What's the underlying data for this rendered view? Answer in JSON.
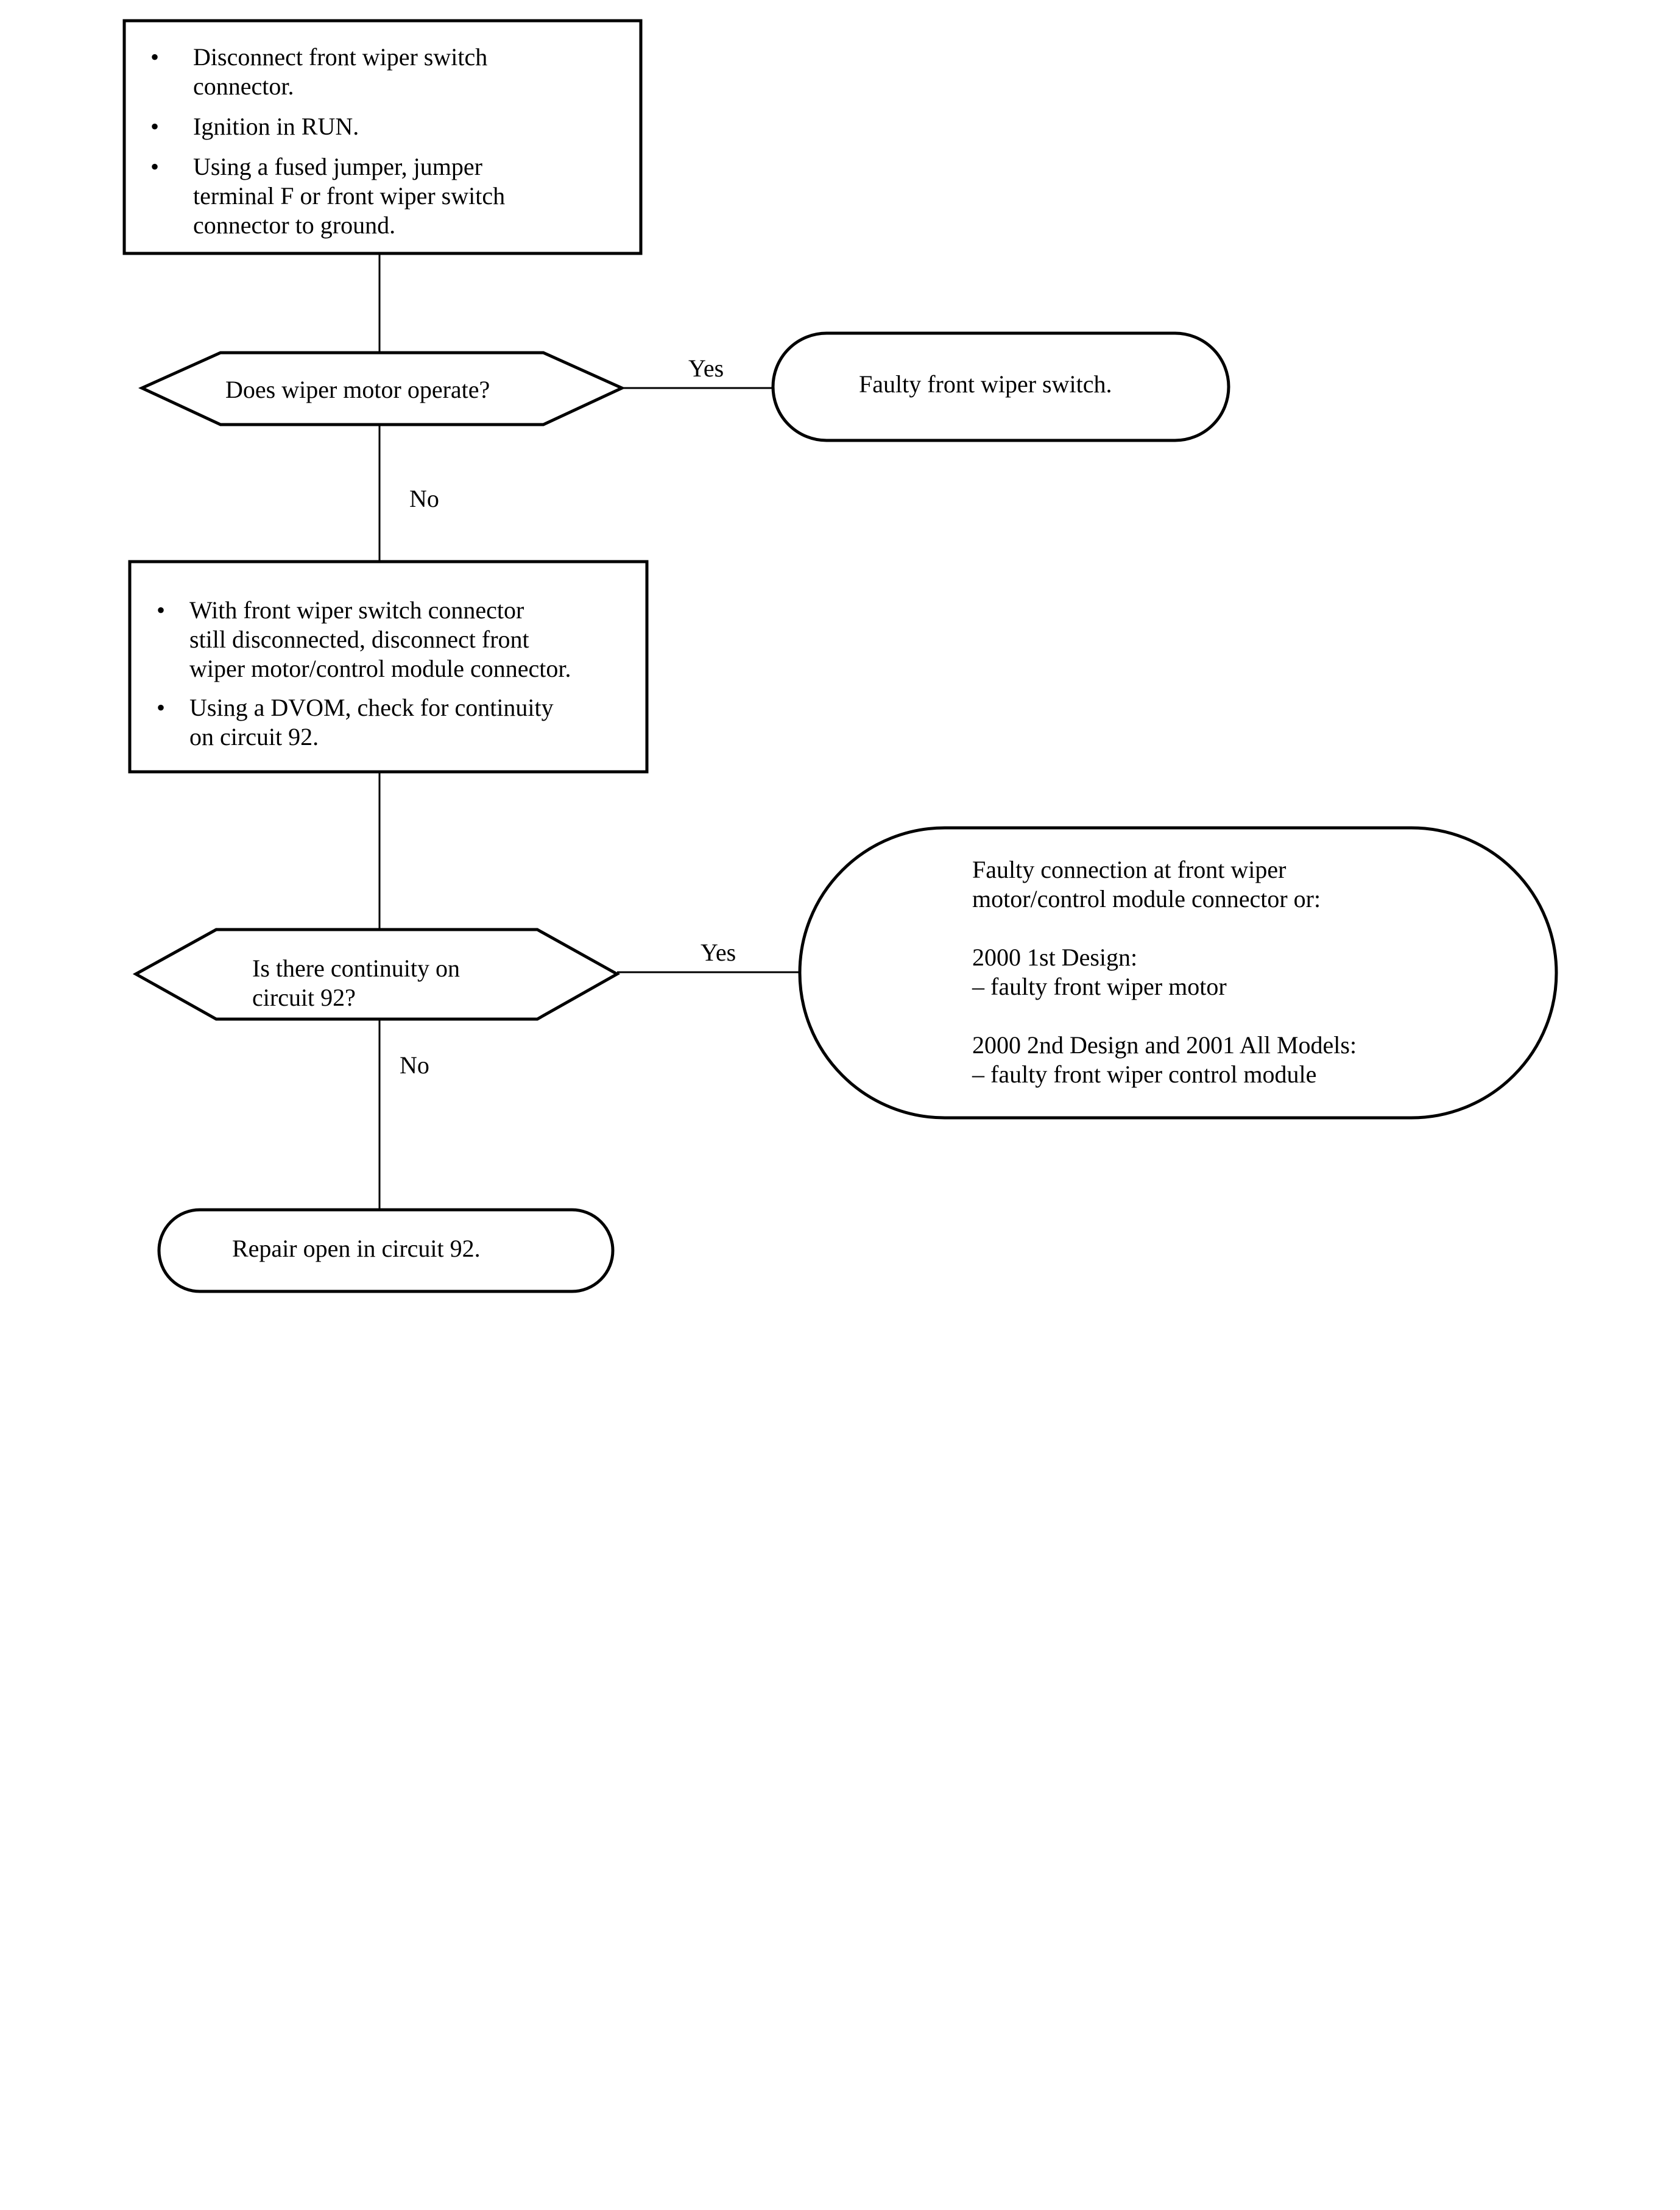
{
  "step1": {
    "lines": [
      "Disconnect front wiper switch\nconnector.",
      "Ignition in RUN.",
      "Using a fused jumper, jumper\nterminal F or front wiper switch\nconnector to ground."
    ]
  },
  "decision1": {
    "question": "Does wiper motor operate?",
    "yes_label": "Yes",
    "no_label": "No"
  },
  "result1": {
    "text": "Faulty front wiper switch."
  },
  "step2": {
    "lines": [
      "With front wiper switch connector\nstill disconnected, disconnect front\nwiper motor/control module  connector.",
      "Using a DVOM, check for continuity\non circuit 92."
    ]
  },
  "decision2": {
    "question": "Is there continuity on\ncircuit 92?",
    "yes_label": "Yes",
    "no_label": "No"
  },
  "result2": {
    "lines": [
      "Faulty connection at front wiper",
      "motor/control module connector or:",
      "",
      "2000 1st Design:",
      "–  faulty front wiper motor",
      "",
      "2000 2nd Design and 2001 All Models:",
      "–  faulty front wiper control module"
    ]
  },
  "result3": {
    "text": "Repair open in circuit 92."
  }
}
